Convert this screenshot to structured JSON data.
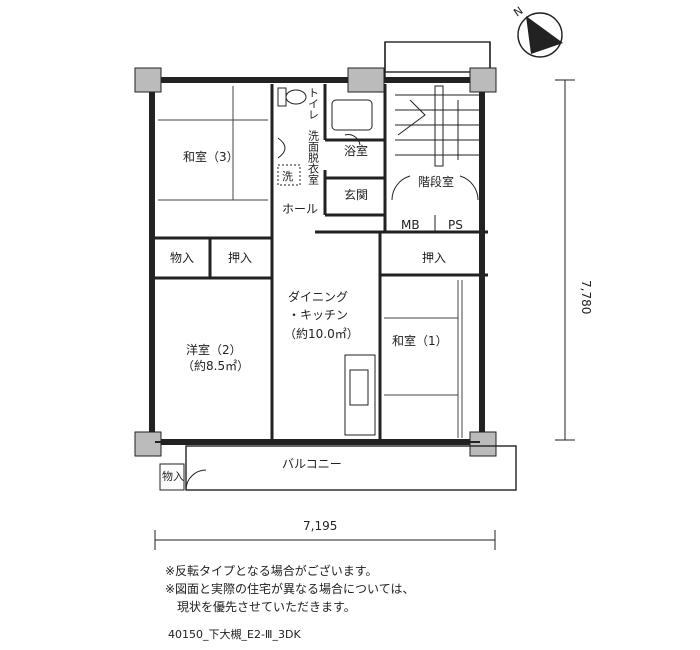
{
  "rooms": {
    "washitsu3": "和室（3）",
    "toilet": "トイレ",
    "senmen": "洗面脱衣室",
    "sen": "洗",
    "yokushitsu": "浴室",
    "genkan": "玄関",
    "hall": "ホール",
    "kaidanshitsu": "階段室",
    "mb": "MB",
    "ps": "PS",
    "monoire": "物入",
    "oshiire_left": "押入",
    "oshiire_right": "押入",
    "dk_line1": "ダイニング",
    "dk_line2": "・キッチン",
    "dk_line3": "（約10.0㎡）",
    "youshitsu_line1": "洋室（2）",
    "youshitsu_line2": "（約8.5㎡）",
    "washitsu1": "和室（1）",
    "balcony": "バルコニー",
    "monoire_balcony": "物入"
  },
  "dimensions": {
    "width": "7,195",
    "height": "7,780"
  },
  "compass": {
    "label": "N"
  },
  "notes": {
    "line1": "※反転タイプとなる場合がございます。",
    "line2": "※図面と実際の住宅が異なる場合については、",
    "line3": "　現状を優先させていただきます。"
  },
  "plan_code": "40150_下大槻_E2-Ⅲ_3DK"
}
